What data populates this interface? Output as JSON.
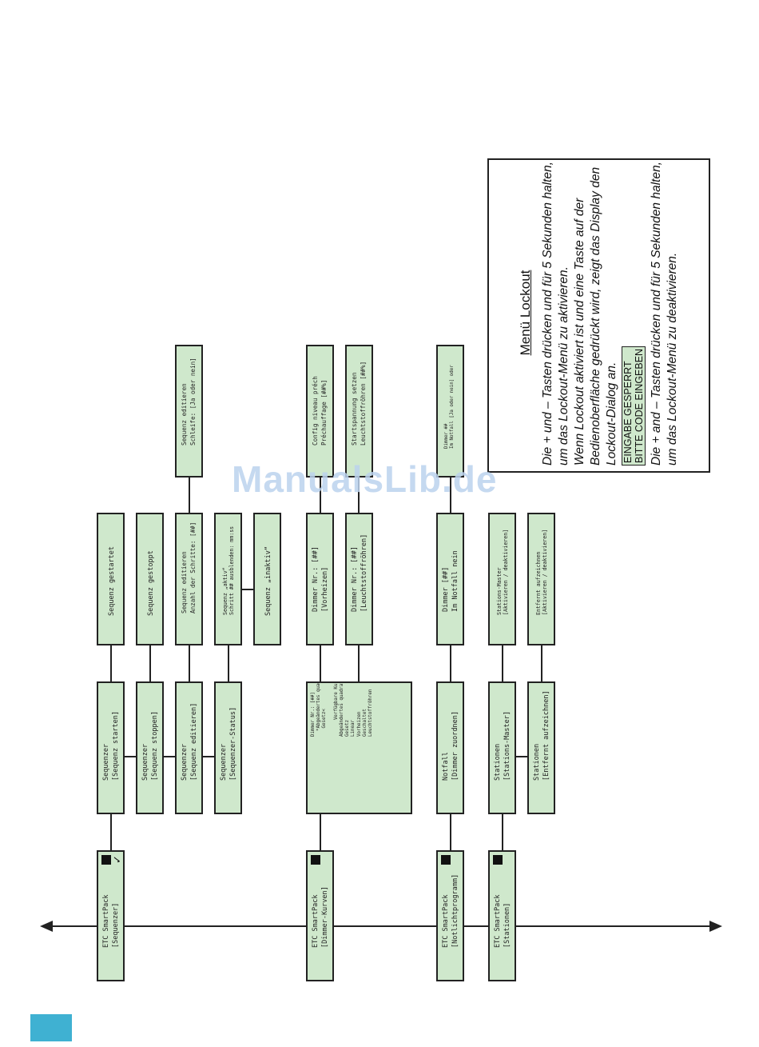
{
  "colors": {
    "box_fill": "#cfe8cc",
    "corner_tab": "#3fb1d2",
    "watermark": "#bcd3ee"
  },
  "main": {
    "sequenzer_label": "ETC SmartPack\n[Sequenzer]",
    "dimmer_kurven_label": "ETC SmartPack\n[Dimmer-Kurven]",
    "notlicht_label": "ETC SmartPack\n[Notlichtprogramm]",
    "stationen_label": "ETC SmartPack\n[Stationen]"
  },
  "sequenzer": {
    "starten": "Sequenzer\n[Sequenz starten]",
    "stoppen": "Sequenzer\n[Sequenz stoppen]",
    "editieren": "Sequenzer\n[Sequenz editieren]",
    "status": "Sequenzer\n[Sequenzer-Status]",
    "gestartet": "Sequenz gestartet",
    "gestoppt": "Sequenz gestoppt",
    "edit_schritte": "Sequenz editieren\nAnzahl der Schritte: [##]",
    "edit_schleife": "Sequenz editieren\nSchleife: [Ja oder nein]",
    "aktiv": "Sequenz „aktiv“\nSchritt ## ausblenden: mm:ss",
    "inaktiv": "Sequenz „inaktiv“"
  },
  "dimmer_kurven": {
    "main_text": "Dimmer Nr.: [##]\n  *Abgeändertes quadratisches\n   Gesetz<\n\n      Verfügbare Kurven:\nAbgeändertes quadratisches\nGesetz\nLinear\nVorheizen\nGeschaltet\nLeuchtstoffröhren",
    "vorheizen": "Dimmer Nr.: [##]\n[Vorheizen]",
    "leuchtstoff": "Dimmer Nr.: [##]\n[Leuchtstoffröhren]",
    "config": "Config niveau préch\nPréchauffage [##%]",
    "startspannung": "Startspannung setzen\nLeuchtstoffröhren [##%]"
  },
  "notlicht": {
    "notfall": "Notfall\n[Dimmer zuordnen]",
    "dimmer": "Dimmer [##]\nIm Notfall nein",
    "dimmer_detail": "Dimmer ##\nIm Notfall [Ja oder nein] oder"
  },
  "stationen": {
    "master": "Stationen\n[Stations-Master]",
    "entfernt": "Stationen\n[Entfernt aufzeichnen]",
    "master_detail": "Stations-Master\n[Aktivieren / deaktivieren]",
    "entfernt_detail": "Entfernt aufzeichnen\n[Aktivieren / deaktivieren]"
  },
  "lockout": {
    "title": "Menü Lockout",
    "para1": "Die + und – Tasten drücken und für 5 Sekunden halten, um das Lockout-Menü zu aktivieren.",
    "para2": "Wenn Lockout aktiviert ist und eine Taste auf der Bedienoberfläche gedrückt wird, zeigt das Display den Lockout-Dialog an.",
    "display_line1": "EINGABE GESPERRT",
    "display_line2": "BITTE CODE EINGEBEN",
    "para3": "Die + and – Tasten drücken und für 5 Sekunden halten, um das Lockout-Menü zu deaktivieren."
  },
  "watermark": "ManualsLib.de",
  "icons": {
    "cursor": "cursor-block-icon",
    "check": "check-icon",
    "arrow_left": "arrow-left-icon",
    "arrow_right": "arrow-right-icon"
  }
}
